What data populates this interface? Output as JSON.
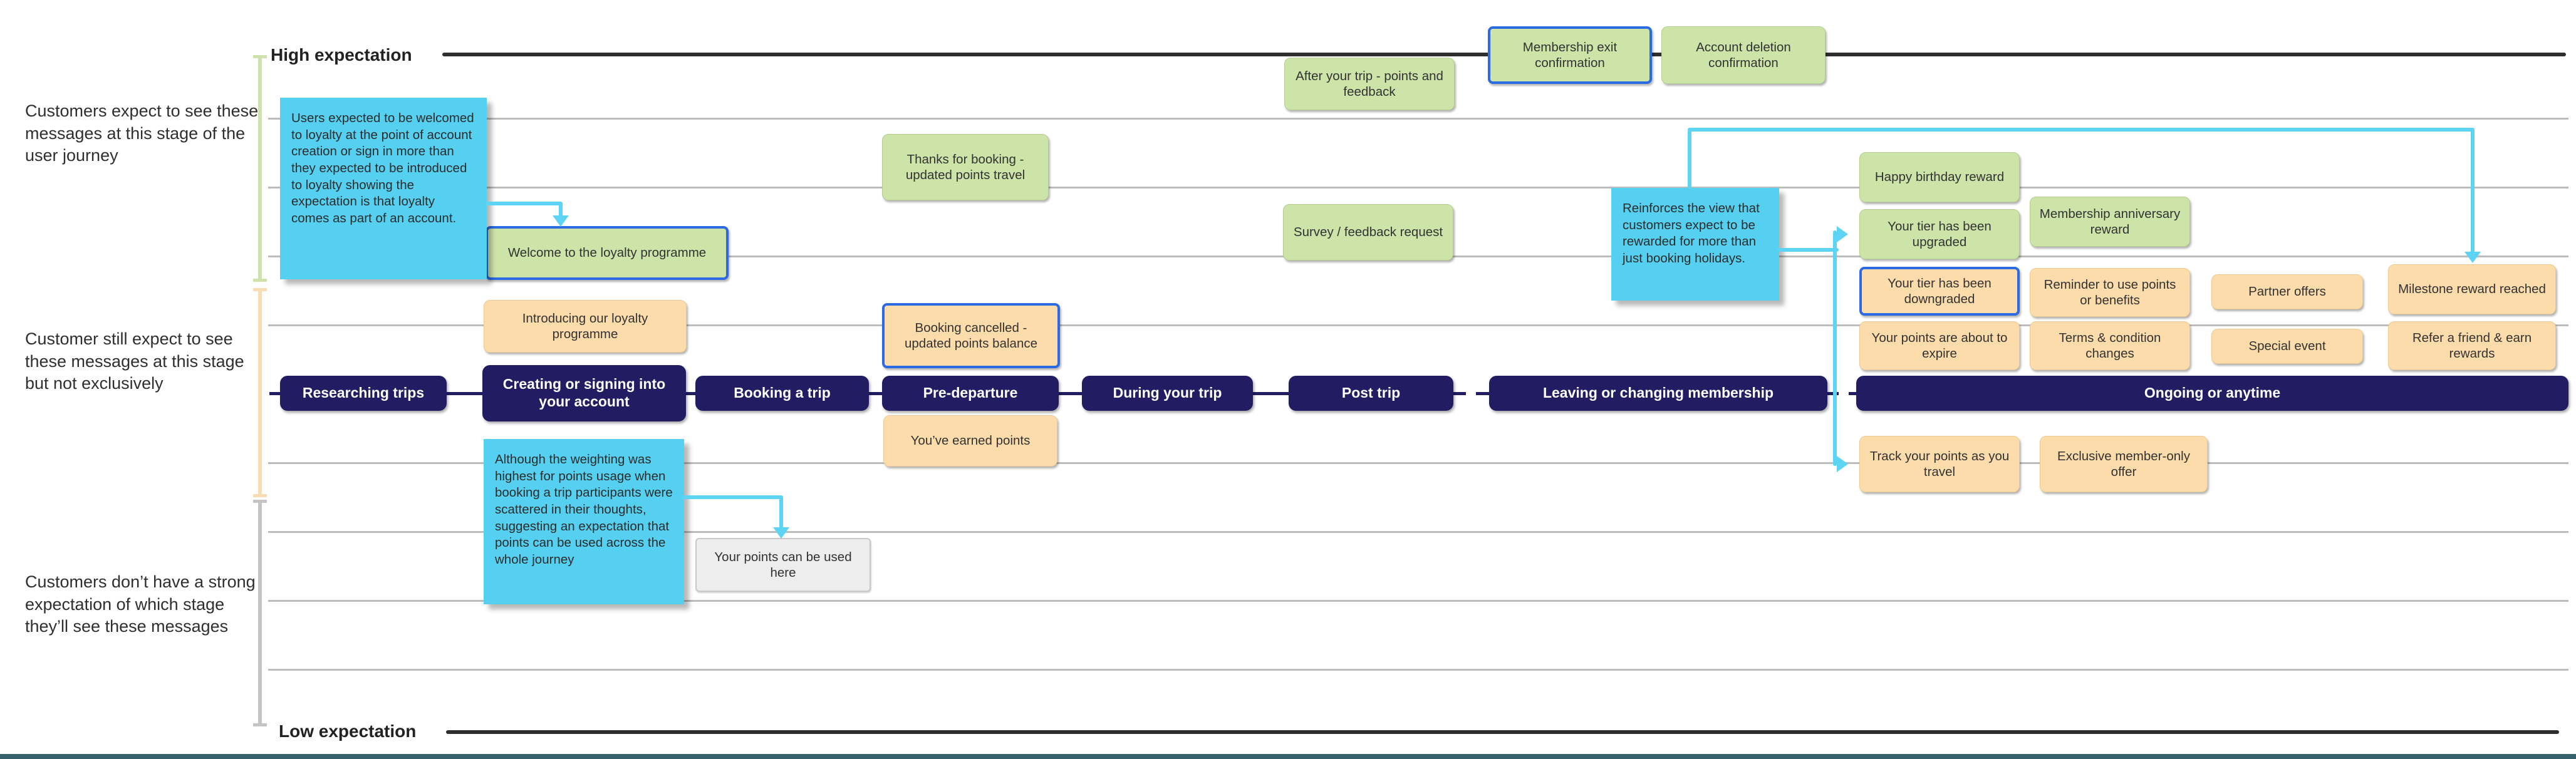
{
  "axis": {
    "high_label": "High expectation",
    "low_label": "Low expectation"
  },
  "side_labels": {
    "band1": "Customers expect to see these messages at this stage of the user journey",
    "band2": "Customer still expect to see these messages at this stage but not exclusively",
    "band3": "Customers don’t have a strong expectation of which stage they’ll see these messages"
  },
  "journey_stages": {
    "researching": "Researching trips",
    "creating": "Creating or signing into your account",
    "booking": "Booking a trip",
    "pre_departure": "Pre-departure",
    "during": "During your trip",
    "post": "Post trip",
    "leaving": "Leaving or changing membership",
    "ongoing": "Ongoing or anytime"
  },
  "messages": {
    "membership_exit": "Membership exit confirmation",
    "account_deletion": "Account deletion confirmation",
    "after_trip": "After your trip - points and feedback",
    "thanks_booking": "Thanks for booking - updated points travel",
    "welcome": "Welcome to the loyalty programme",
    "survey": "Survey / feedback request",
    "happy_birthday": "Happy birthday reward",
    "tier_upgraded": "Your tier has been upgraded",
    "membership_anniversary": "Membership anniversary reward",
    "introducing": "Introducing our loyalty programme",
    "booking_cancelled": "Booking cancelled - updated points balance",
    "tier_downgraded": "Your tier has been downgraded",
    "reminder_points": "Reminder to use points or benefits",
    "partner_offers": "Partner offers",
    "milestone_reward": "Milestone reward reached",
    "points_expire": "Your points are about to expire",
    "terms_changes": "Terms & condition changes",
    "special_event": "Special event",
    "refer_friend": "Refer a friend & earn rewards",
    "earned_points": "You’ve earned points",
    "track_points": "Track your points as you travel",
    "exclusive_offer": "Exclusive member-only offer",
    "points_used": "Your points can be used here"
  },
  "notes": {
    "welcome_note": "Users expected to be welcomed to loyalty at the point of account creation or sign in more than they expected to be introduced to loyalty showing the expectation is that loyalty comes as part of an account.",
    "rewarded_note": "Reinforces the view that customers expect to be rewarded for more than just booking holidays.",
    "points_usage_note": "Although the weighting was highest for points usage when booking a trip participants were scattered in their thoughts, suggesting an expectation that points can be used across the whole journey"
  },
  "colors": {
    "sticky_green": "#cde4a9",
    "sticky_orange": "#fddcab",
    "sticky_gray": "#ededed",
    "note_cyan": "#55d0f0",
    "connector_cyan": "#5ed4f4",
    "timeline_navy": "#221d63",
    "highlight_border_blue": "#2c6ae4",
    "gridline_gray": "#bcbcbc",
    "axis_line_black": "#2e2e2e",
    "bracket_green": "#cfe2ab",
    "bracket_orange": "#f8dcb4",
    "bracket_gray": "#c4c4c4",
    "slide_edge_teal": "#35606c"
  }
}
